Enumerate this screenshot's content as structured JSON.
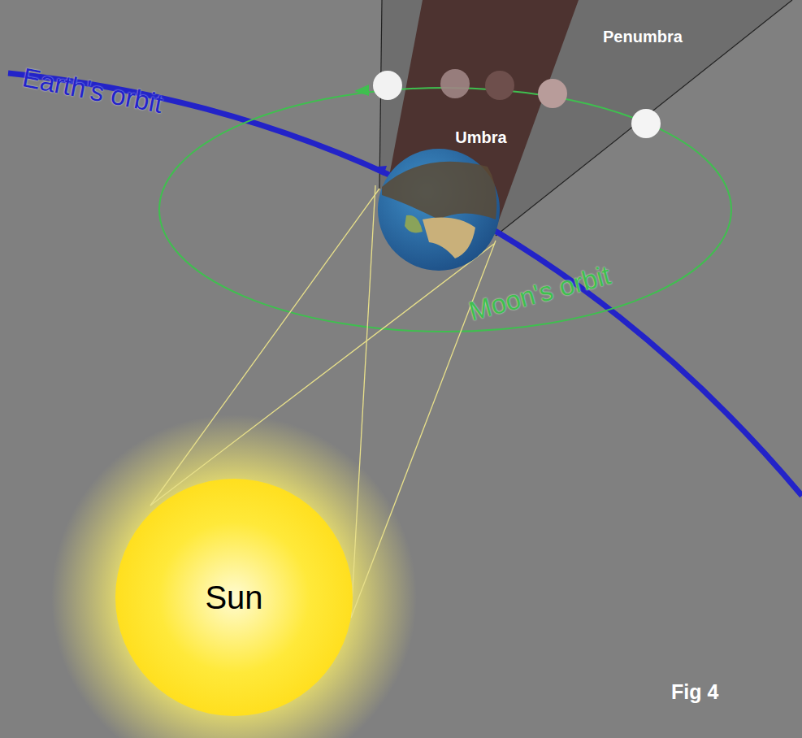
{
  "diagram": {
    "nodes": [
      {
        "text": [
          "Sun"
        ]
      }
    ],
    "labels": [
      "Earth's orbit",
      "Penumbra",
      "Umbra",
      "Moon's orbit",
      "Fig 4"
    ]
  }
}
